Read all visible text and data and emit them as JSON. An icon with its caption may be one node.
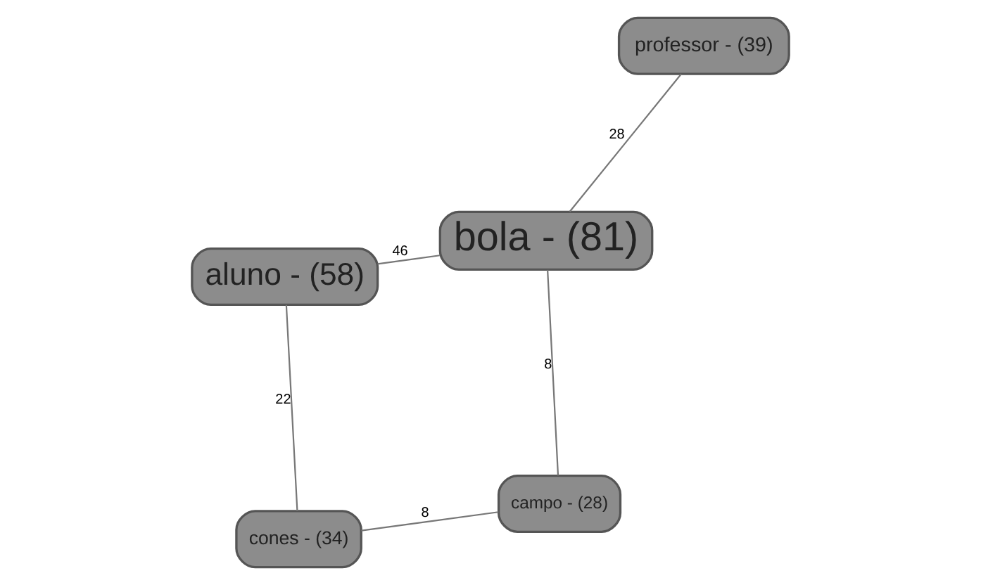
{
  "diagram": {
    "nodes": [
      {
        "text": [
          "cones - (34)"
        ]
      },
      {
        "text": [
          "campo - (28)"
        ]
      },
      {
        "text": [
          "aluno - (58)"
        ]
      },
      {
        "text": [
          "bola - (81)"
        ]
      },
      {
        "text": [
          "professor - (39)"
        ]
      }
    ],
    "edges": [
      {
        "from": 1,
        "to": 0,
        "arrow": "none",
        "label": "8"
      },
      {
        "from": 0,
        "to": 2,
        "arrow": "none",
        "label": "22"
      },
      {
        "from": 1,
        "to": 3,
        "arrow": "none",
        "label": "8"
      },
      {
        "from": 2,
        "to": 3,
        "arrow": "none",
        "label": "46"
      },
      {
        "from": 3,
        "to": 4,
        "arrow": "none",
        "label": "28"
      }
    ]
  }
}
